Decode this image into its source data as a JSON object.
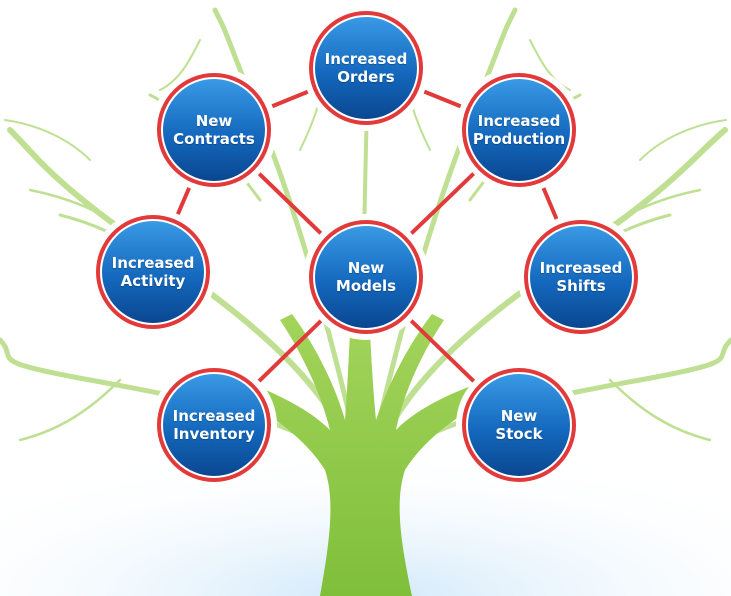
{
  "colors": {
    "node_fill_top": "#2f8fdc",
    "node_fill_bottom": "#0a4f9a",
    "node_ring": "#e23a3a",
    "connector": "#e23a3a",
    "tree_trunk": "#8cc63f",
    "tree_branches": "#b9dd8a",
    "ground_glow": "#dbeefb"
  },
  "nodes": [
    {
      "id": "increased-orders",
      "line1": "Increased",
      "line2": "Orders"
    },
    {
      "id": "new-contracts",
      "line1": "New",
      "line2": "Contracts"
    },
    {
      "id": "increased-production",
      "line1": "Increased",
      "line2": "Production"
    },
    {
      "id": "increased-activity",
      "line1": "Increased",
      "line2": "Activity"
    },
    {
      "id": "new-models",
      "line1": "New",
      "line2": "Models"
    },
    {
      "id": "increased-shifts",
      "line1": "Increased",
      "line2": "Shifts"
    },
    {
      "id": "increased-inventory",
      "line1": "Increased",
      "line2": "Inventory"
    },
    {
      "id": "new-stock",
      "line1": "New",
      "line2": "Stock"
    }
  ],
  "connections": [
    [
      "new-contracts",
      "increased-orders"
    ],
    [
      "increased-orders",
      "increased-production"
    ],
    [
      "new-contracts",
      "increased-activity"
    ],
    [
      "new-contracts",
      "new-models"
    ],
    [
      "increased-production",
      "new-models"
    ],
    [
      "increased-production",
      "increased-shifts"
    ],
    [
      "new-models",
      "increased-inventory"
    ],
    [
      "new-models",
      "new-stock"
    ]
  ]
}
